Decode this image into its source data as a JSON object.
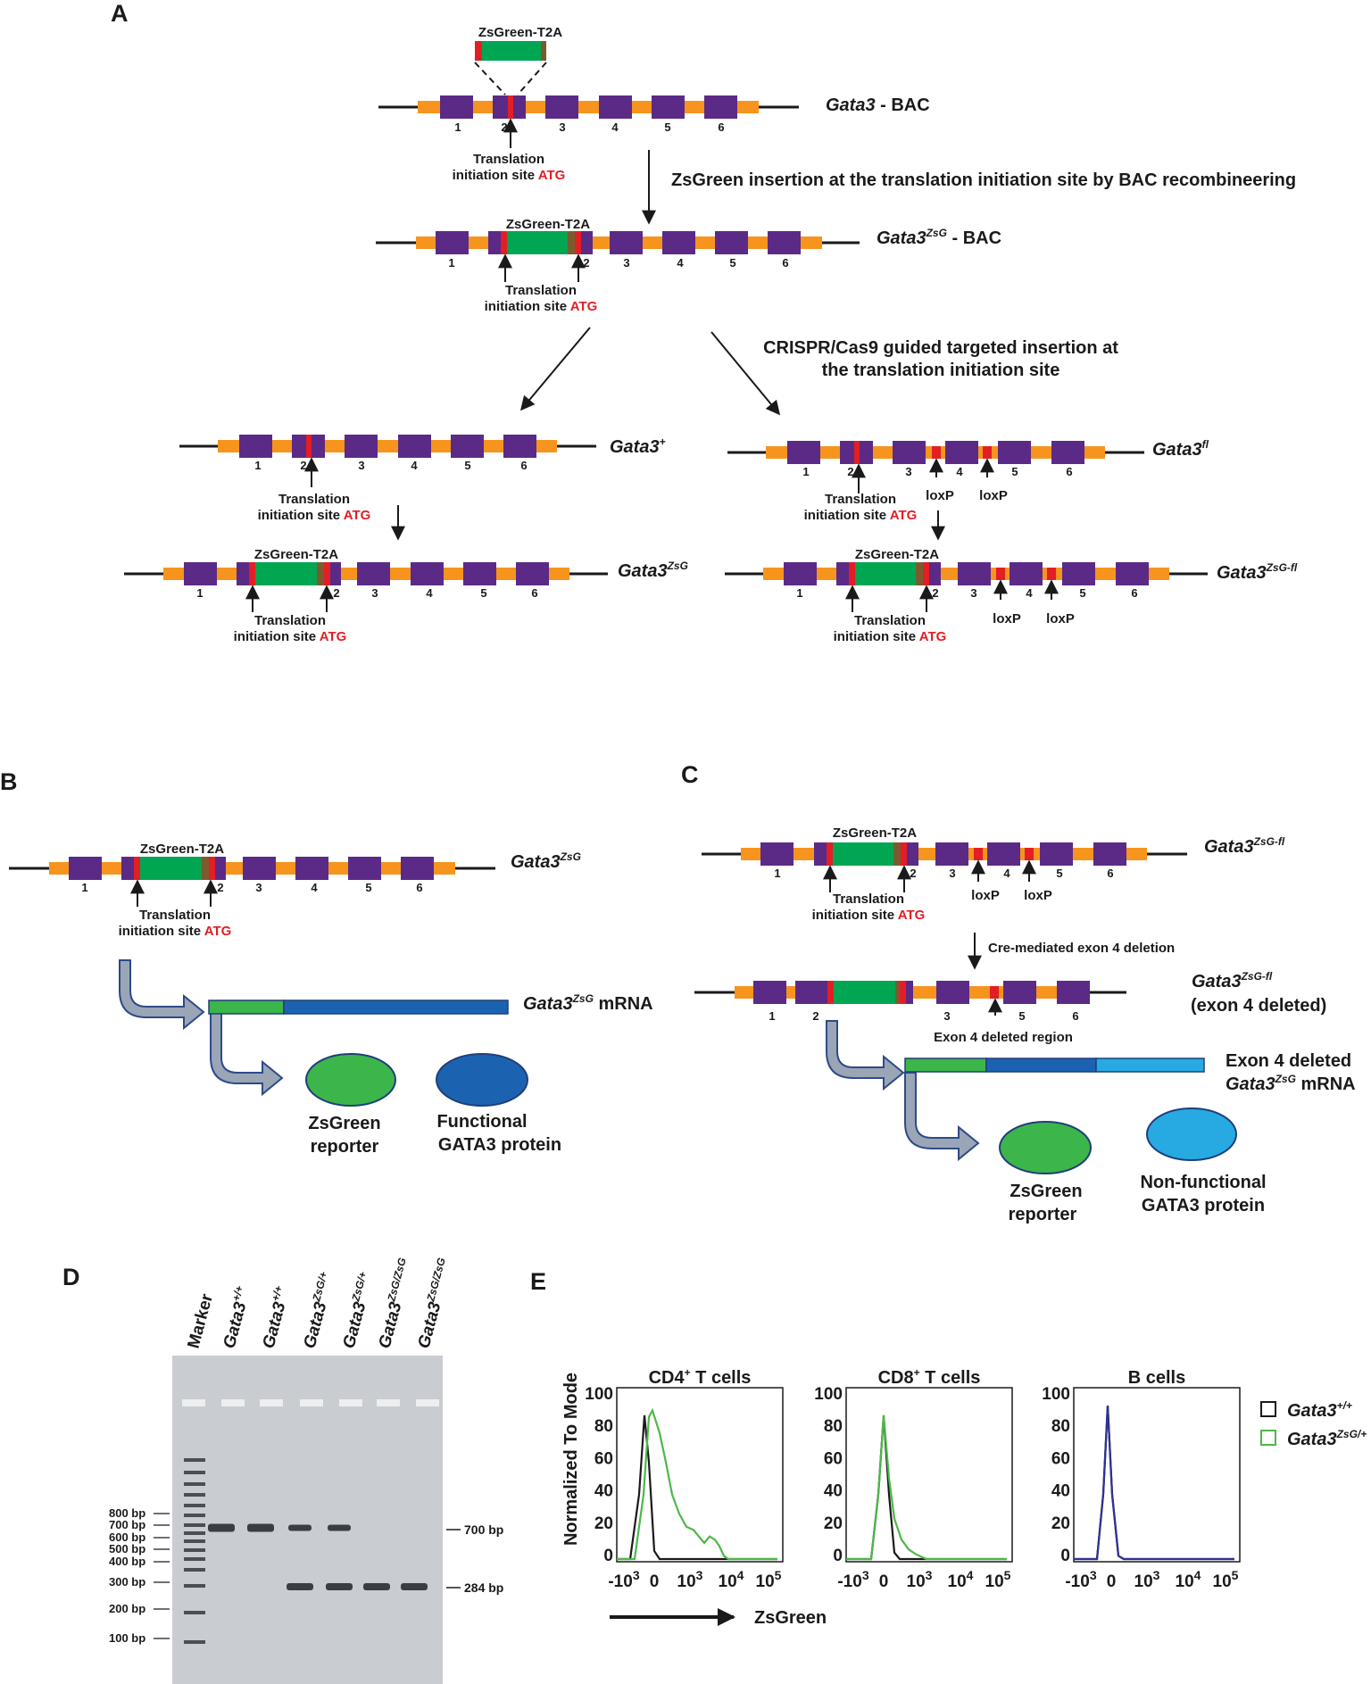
{
  "panels": {
    "a": "A",
    "b": "B",
    "c": "C",
    "d": "D",
    "e": "E"
  },
  "common": {
    "zsgreen_t2a": "ZsGreen-T2A",
    "translation": "Translation",
    "initiation_site": "initiation site",
    "atg": "ATG",
    "loxp": "loxP",
    "exons": [
      "1",
      "2",
      "3",
      "4",
      "5",
      "6"
    ]
  },
  "panel_a": {
    "bac_label": "Gata3",
    "bac_suffix": " - BAC",
    "step1": "ZsGreen insertion at the translation initiation site by BAC recombineering",
    "zsg_bac_label": "Gata3",
    "zsg_bac_sup": "ZsG",
    "zsg_bac_suffix": " - BAC",
    "step2_line1": "CRISPR/Cas9 guided targeted insertion at",
    "step2_line2": "the translation initiation site",
    "wt_label": "Gata3",
    "wt_sup": "+",
    "fl_label": "Gata3",
    "fl_sup": "fl",
    "zsg_label": "Gata3",
    "zsg_sup": "ZsG",
    "zsgfl_label": "Gata3",
    "zsgfl_sup": "ZsG-fl"
  },
  "panel_b": {
    "gene_label": "Gata3",
    "gene_sup": "ZsG",
    "mrna_label": "Gata3",
    "mrna_sup": "ZsG",
    "mrna_suffix": " mRNA",
    "reporter_line1": "ZsGreen",
    "reporter_line2": "reporter",
    "protein_line1": "Functional",
    "protein_line2": "GATA3 protein"
  },
  "panel_c": {
    "gene_label": "Gata3",
    "gene_sup": "ZsG-fl",
    "cre_step": "Cre-mediated exon 4 deletion",
    "deleted_label": "Gata3",
    "deleted_sup": "ZsG-fl",
    "deleted_line2": "(exon 4 deleted)",
    "deleted_region": "Exon 4 deleted region",
    "exons_deleted": [
      "1",
      "2",
      "3",
      "5",
      "6"
    ],
    "mrna_line1": "Exon 4 deleted",
    "mrna_label": "Gata3",
    "mrna_sup": "ZsG",
    "mrna_suffix": " mRNA",
    "reporter_line1": "ZsGreen",
    "reporter_line2": "reporter",
    "protein_line1": "Non-functional",
    "protein_line2": "GATA3 protein"
  },
  "panel_d": {
    "lanes": [
      {
        "label": "Marker",
        "sup": ""
      },
      {
        "label": "Gata3",
        "sup": "+/+"
      },
      {
        "label": "Gata3",
        "sup": "+/+"
      },
      {
        "label": "Gata3",
        "sup": "ZsG/+"
      },
      {
        "label": "Gata3",
        "sup": "ZsG/+"
      },
      {
        "label": "Gata3",
        "sup": "ZsG/ZsG"
      },
      {
        "label": "Gata3",
        "sup": "ZsG/ZsG"
      }
    ],
    "marker_sizes": [
      "800 bp",
      "700 bp",
      "600 bp",
      "500 bp",
      "400 bp",
      "300 bp",
      "200 bp",
      "100 bp"
    ],
    "band_labels": [
      "700 bp",
      "284 bp"
    ]
  },
  "panel_e": {
    "y_label": "Normalized To Mode",
    "x_label": "ZsGreen",
    "y_ticks": [
      "100",
      "80",
      "60",
      "40",
      "20",
      "0"
    ],
    "x_ticks": [
      "-10",
      "3",
      "0",
      "10",
      "3",
      "10",
      "4",
      "10",
      "5"
    ],
    "plots": [
      {
        "title": "CD4",
        "title_sup": "+",
        "title_suffix": " T cells"
      },
      {
        "title": "CD8",
        "title_sup": "+",
        "title_suffix": " T cells"
      },
      {
        "title": "B cells",
        "title_sup": "",
        "title_suffix": ""
      }
    ],
    "legend": [
      {
        "label": "Gata3",
        "sup": "+/+",
        "color": "#1a1a1a"
      },
      {
        "label": "Gata3",
        "sup": "ZsG/+",
        "color": "#4cb848"
      }
    ]
  },
  "colors": {
    "exon": "#5b2a86",
    "intron": "#f7941d",
    "zsgreen": "#00a651",
    "t2a": "#7b5b2e",
    "atg": "#e31e24",
    "mrna_blue": "#1b63b1",
    "mrna_light": "#27aae1",
    "reporter": "#3cb54a",
    "arrow_fill": "#9aa5b6",
    "arrow_edge": "#2e4a8a"
  }
}
